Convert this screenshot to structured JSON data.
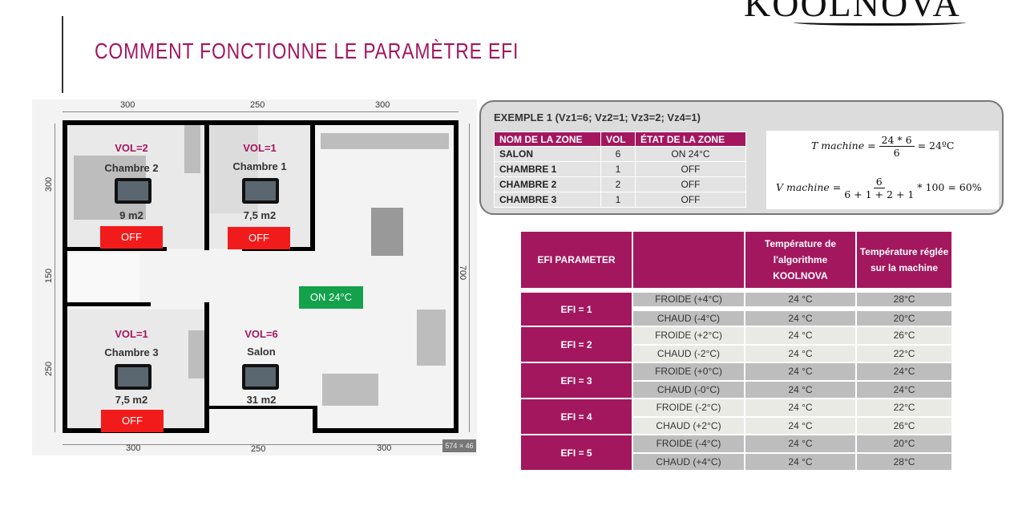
{
  "logo": "KOOLNOVA",
  "title": "COMMENT FONCTIONNE LE PARAMÈTRE EFI",
  "floorplan": {
    "dimensions_top": [
      "300",
      "250",
      "300"
    ],
    "dimensions_bottom": [
      "300",
      "250",
      "300"
    ],
    "dimensions_left": [
      "300",
      "150",
      "250"
    ],
    "dimension_right": "700",
    "image_size": "574 × 46",
    "rooms": [
      {
        "vol": "VOL=2",
        "name": "Chambre 2",
        "area": "9 m2",
        "state": "OFF"
      },
      {
        "vol": "VOL=1",
        "name": "Chambre 1",
        "area": "7,5 m2",
        "state": "OFF"
      },
      {
        "vol": "VOL=1",
        "name": "Chambre 3",
        "area": "7,5 m2",
        "state": "OFF"
      },
      {
        "vol": "VOL=6",
        "name": "Salon",
        "area": "31 m2",
        "state": "ON 24°C"
      }
    ]
  },
  "example": {
    "title": "EXEMPLE 1 (Vz1=6; Vz2=1; Vz3=2; Vz4=1)",
    "headers": [
      "NOM DE LA ZONE",
      "VOL",
      "ÉTAT DE LA ZONE"
    ],
    "rows": [
      [
        "SALON",
        "6",
        "ON 24°C"
      ],
      [
        "CHAMBRE 1",
        "1",
        "OFF"
      ],
      [
        "CHAMBRE 2",
        "2",
        "OFF"
      ],
      [
        "CHAMBRE 3",
        "1",
        "OFF"
      ]
    ],
    "formula_t": {
      "label": "T machine =",
      "num": "24 * 6",
      "den": "6",
      "result": "= 24ºC"
    },
    "formula_v": {
      "label": "V machine =",
      "num": "6",
      "den": "6 + 1 + 2 + 1",
      "result": "* 100 = 60%"
    }
  },
  "efi_table": {
    "headers": [
      "EFI PARAMETER",
      "",
      "Température de l'algorithme KOOLNOVA",
      "Température réglée sur la machine"
    ],
    "groups": [
      {
        "label": "EFI = 1",
        "rows": [
          [
            "FROIDE (+4°C)",
            "24 °C",
            "28°C"
          ],
          [
            "CHAUD (-4°C)",
            "24 °C",
            "20°C"
          ]
        ]
      },
      {
        "label": "EFI = 2",
        "rows": [
          [
            "FROIDE (+2°C)",
            "24 °C",
            "26°C"
          ],
          [
            "CHAUD (-2°C)",
            "24 °C",
            "22°C"
          ]
        ]
      },
      {
        "label": "EFI = 3",
        "rows": [
          [
            "FROIDE (+0°C)",
            "24 °C",
            "24°C"
          ],
          [
            "CHAUD (-0°C)",
            "24 °C",
            "24°C"
          ]
        ]
      },
      {
        "label": "EFI = 4",
        "rows": [
          [
            "FROIDE (-2°C)",
            "24 °C",
            "22°C"
          ],
          [
            "CHAUD (+2°C)",
            "24 °C",
            "26°C"
          ]
        ]
      },
      {
        "label": "EFI = 5",
        "rows": [
          [
            "FROIDE (-4°C)",
            "24 °C",
            "20°C"
          ],
          [
            "CHAUD (+4°C)",
            "24 °C",
            "28°C"
          ]
        ]
      }
    ]
  }
}
